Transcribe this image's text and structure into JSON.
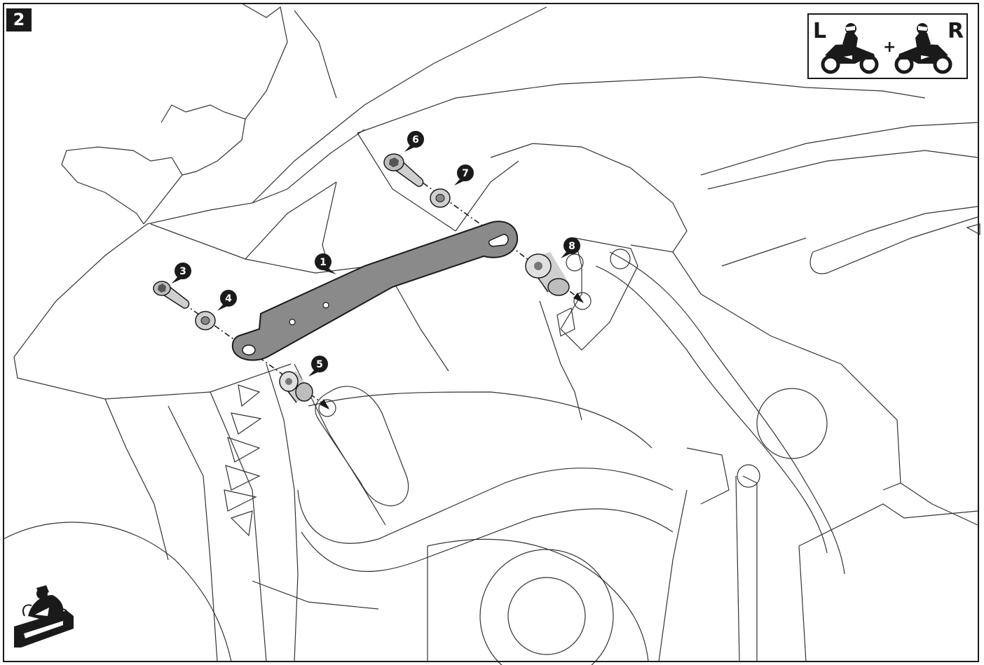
{
  "step_number": "2",
  "orientation_icon": {
    "left_label": "L",
    "right_label": "R",
    "plus_sign": "+",
    "icon": "motorcycle-rider-icon"
  },
  "callouts": [
    {
      "id": "1",
      "part": "bracket-arm"
    },
    {
      "id": "3",
      "part": "socket-head-screw"
    },
    {
      "id": "4",
      "part": "washer"
    },
    {
      "id": "5",
      "part": "spacer"
    },
    {
      "id": "6",
      "part": "socket-head-screw"
    },
    {
      "id": "7",
      "part": "washer"
    },
    {
      "id": "8",
      "part": "spacer"
    }
  ],
  "corner_icon": "motorcycle-on-stand-icon",
  "colors": {
    "part_fill": "#8a8a8a",
    "part_light": "#cfcfcf",
    "outline": "#1a1a1a",
    "background_lines": "#333333"
  }
}
